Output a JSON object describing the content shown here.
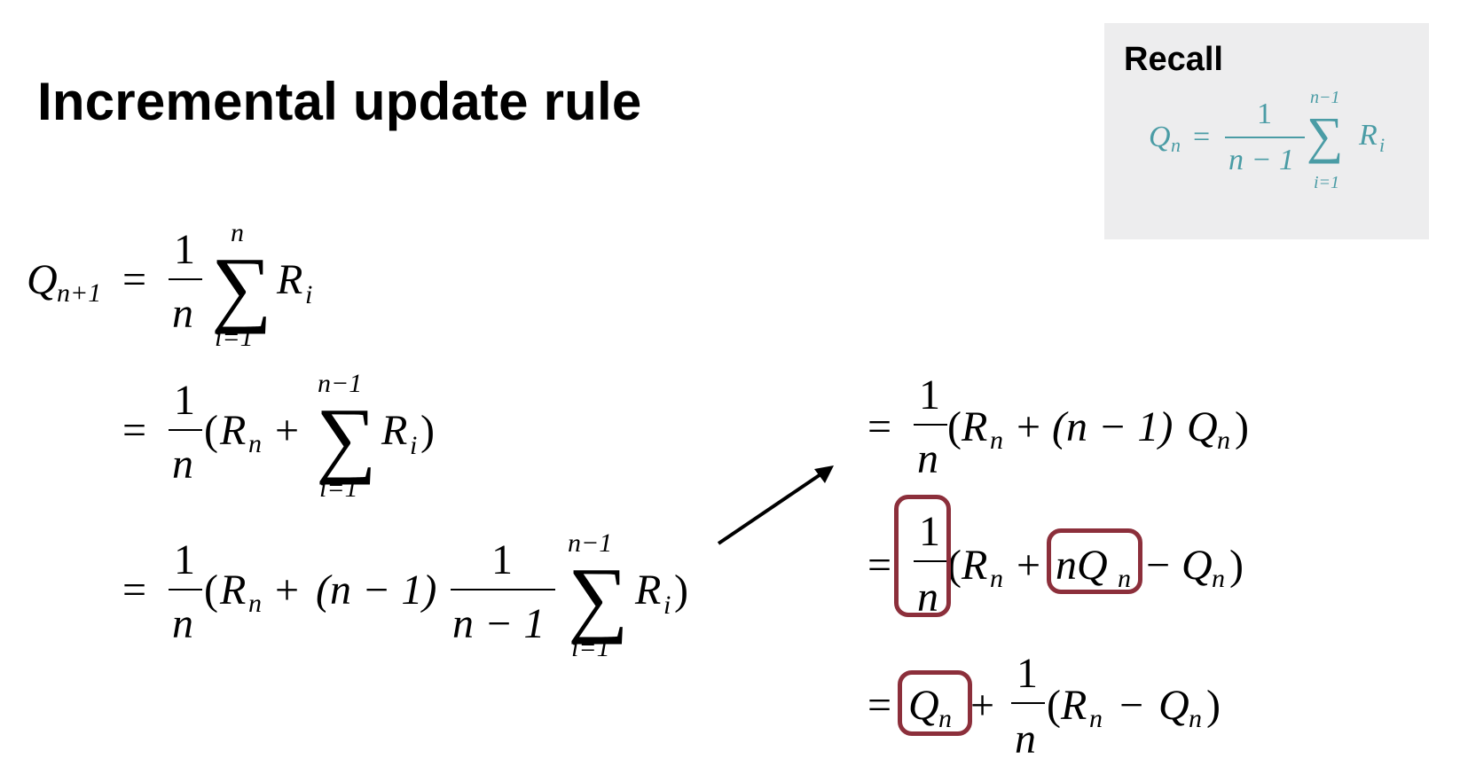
{
  "slide": {
    "title": "Incremental update rule",
    "recall": {
      "label": "Recall",
      "Q": "Q",
      "sub_n": "n",
      "eq": "=",
      "one": "1",
      "den": "n − 1",
      "sum_top": "n−1",
      "sum_bottom": "i=1",
      "R": "R",
      "sub_i": "i",
      "sigma": "∑"
    },
    "glyphs": {
      "Q": "Q",
      "R": "R",
      "n": "n",
      "eq": "=",
      "one": "1",
      "sigma": "∑",
      "plus": "+",
      "minus": "−",
      "lpar": "(",
      "rpar": ")",
      "sub_n1": "n+1",
      "sub_n": "n",
      "sub_i": "i",
      "i1": "i=1",
      "nminus1": "n−1",
      "n_minus_1": "n − 1",
      "n_minus_1_paren": "(n − 1)",
      "nQ": "nQ"
    },
    "colors": {
      "accent_box": "#8c2f3b",
      "recall_text": "#4a9ca5",
      "recall_bg": "#ededee"
    }
  }
}
